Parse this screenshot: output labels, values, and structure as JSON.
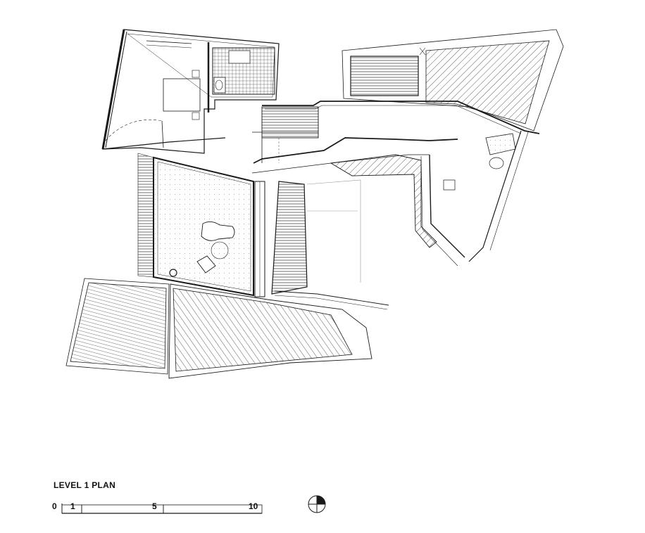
{
  "drawing": {
    "title": "LEVEL 1  PLAN",
    "colors": {
      "line": "#1a1a1a",
      "hatch": "#333333",
      "light": "#9a9a9a",
      "dots": "#b5b5b5"
    }
  },
  "scale_bar": {
    "labels": [
      "0",
      "1",
      "5",
      "10"
    ]
  },
  "north_arrow": {
    "icon": "north-arrow-icon"
  }
}
